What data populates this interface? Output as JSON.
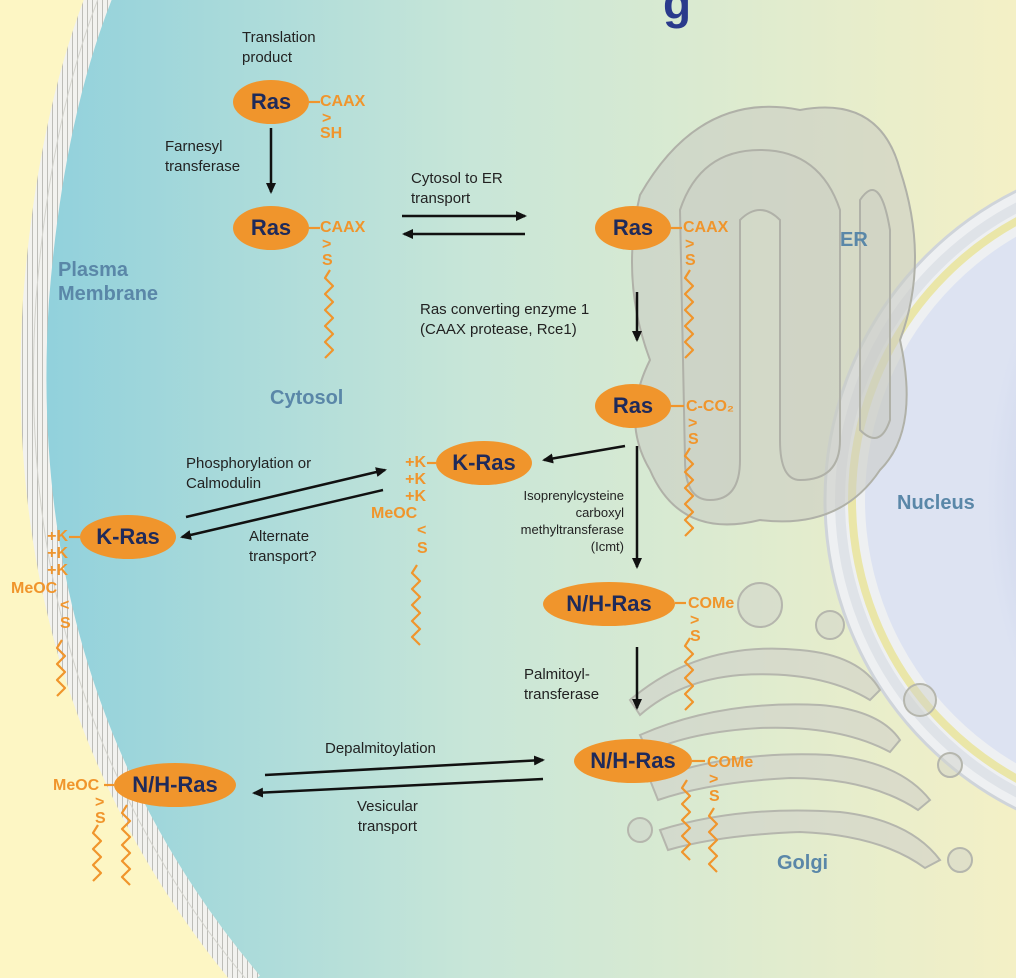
{
  "title_fragment": "g",
  "regions": {
    "plasma_membrane": "Plasma\nMembrane",
    "cytosol": "Cytosol",
    "er": "ER",
    "nucleus": "Nucleus",
    "golgi": "Golgi"
  },
  "proteins": {
    "ras_translation": "Ras",
    "ras_farnesylated": "Ras",
    "ras_er": "Ras",
    "ras_cleaved": "Ras",
    "kras_center": "K-Ras",
    "kras_membrane": "K-Ras",
    "nhras_er": "N/H-Ras",
    "nhras_golgi": "N/H-Ras",
    "nhras_membrane": "N/H-Ras"
  },
  "modifications": {
    "caax_1": "CAAX",
    "sh": "SH",
    "caax_2": "CAAX",
    "s_1": "S",
    "caax_3": "CAAX",
    "s_2": "S",
    "cco2": "C-CO₂",
    "s_3": "S",
    "kras_center_charges": "+K\n+K\n+K",
    "meoc_center": "MeOC",
    "s_4": "S",
    "kras_membrane_charges": "+K\n+K\n+K",
    "meoc_membrane": "MeOC",
    "s_5": "S",
    "come_er": "COMe",
    "s_6": "S",
    "come_golgi": "COMe",
    "s_7": "S",
    "meoc_nhras": "MeOC",
    "s_8": "S"
  },
  "steps": {
    "translation_product": "Translation\nproduct",
    "farnesyl_transferase": "Farnesyl\ntransferase",
    "cytosol_to_er": "Cytosol to ER\ntransport",
    "rce1": "Ras converting enzyme 1\n(CAAX protease, Rce1)",
    "phosphorylation": "Phosphorylation or\nCalmodulin",
    "alternate_transport": "Alternate\ntransport?",
    "icmt": "Isoprenylcysteine\ncarboxyl\nmethyltransferase\n(Icmt)",
    "palmitoyl": "Palmitoyl-\ntransferase",
    "depalmitoylation": "Depalmitoylation",
    "vesicular_transport": "Vesicular\ntransport"
  },
  "colors": {
    "protein_fill": "#f0952c",
    "protein_text": "#1f2a5a",
    "modification": "#f0952c",
    "region_label": "#5a87a8",
    "background": "#fdf6c4"
  }
}
